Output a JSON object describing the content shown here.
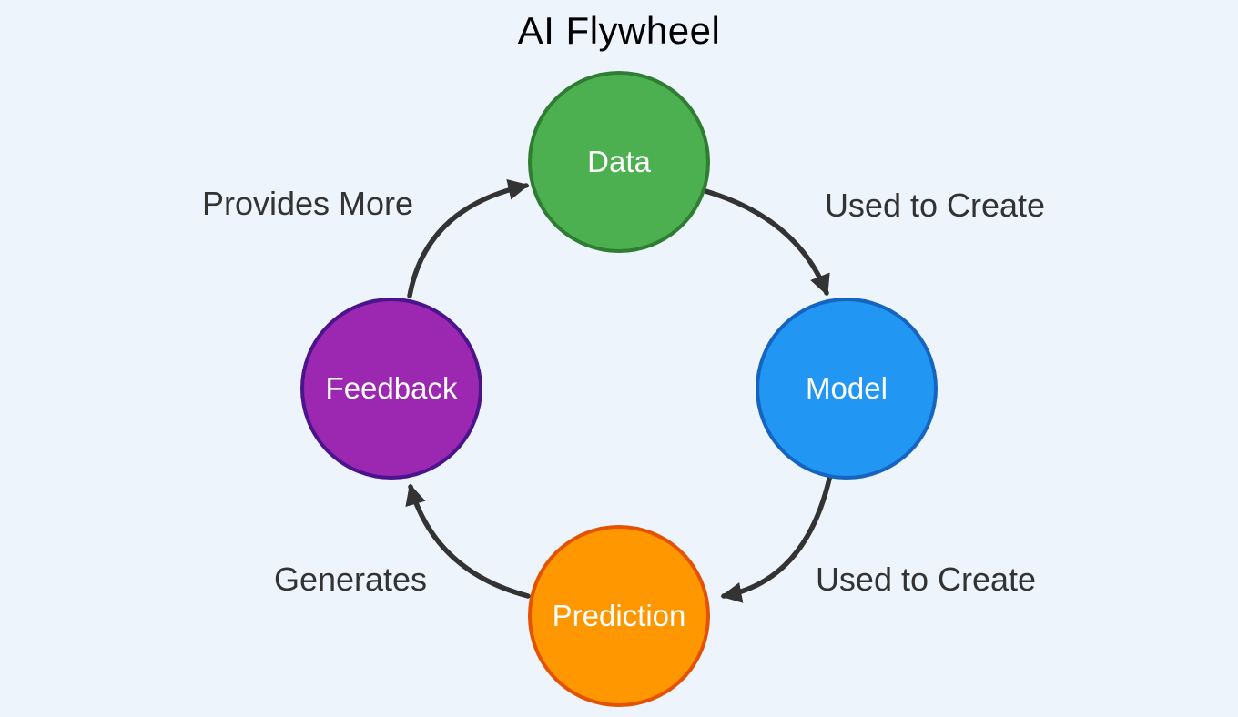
{
  "title": "AI Flywheel",
  "diagram": {
    "nodes": {
      "data": {
        "label": "Data"
      },
      "model": {
        "label": "Model"
      },
      "prediction": {
        "label": "Prediction"
      },
      "feedback": {
        "label": "Feedback"
      }
    },
    "edges": {
      "data_to_model": {
        "label": "Used to Create",
        "from": "Data",
        "to": "Model"
      },
      "model_to_prediction": {
        "label": "Used to Create",
        "from": "Model",
        "to": "Prediction"
      },
      "prediction_to_feedback": {
        "label": "Generates",
        "from": "Prediction",
        "to": "Feedback"
      },
      "feedback_to_data": {
        "label": "Provides More",
        "from": "Feedback",
        "to": "Data"
      }
    }
  },
  "colors": {
    "background": "#edf4fc",
    "arrow": "#333333",
    "label": "#333333",
    "title": "#000000",
    "node-text": "#ffffff",
    "node-data-fill": "#4caf50",
    "node-data-stroke": "#2e7d32",
    "node-model-fill": "#2196f3",
    "node-model-stroke": "#1565c0",
    "node-prediction-fill": "#ff9800",
    "node-prediction-stroke": "#e65100",
    "node-feedback-fill": "#9c27b0",
    "node-feedback-stroke": "#4a148c"
  }
}
